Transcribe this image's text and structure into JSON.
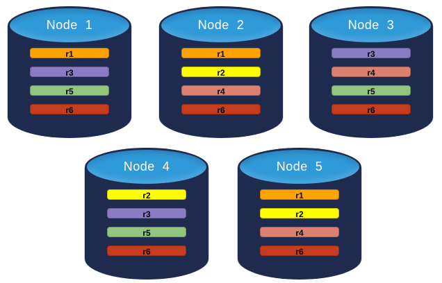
{
  "diagram": {
    "description": "Replica distribution across database nodes",
    "background_color": "#FFFFFF",
    "cylinder": {
      "body_color": "#1E2B4E",
      "top_color": "#3099D7",
      "title_color": "#FFFFFF",
      "bar_text_color": "#000000"
    },
    "replica_colors": {
      "r1": "#FFA303",
      "r2": "#FFFF00",
      "r3": "#8A7CC2",
      "r4": "#DC8070",
      "r5": "#93C47D",
      "r6": "#C63C1E"
    },
    "nodes": [
      {
        "label": "Node  1",
        "bars": [
          {
            "label": "r1",
            "color": "#FFA303"
          },
          {
            "label": "r3",
            "color": "#8A7CC2"
          },
          {
            "label": "r5",
            "color": "#93C47D"
          },
          {
            "label": "r6",
            "color": "#C63C1E"
          }
        ]
      },
      {
        "label": "Node  2",
        "bars": [
          {
            "label": "r1",
            "color": "#FFA303"
          },
          {
            "label": "r2",
            "color": "#FFFF00"
          },
          {
            "label": "r4",
            "color": "#DC8070"
          },
          {
            "label": "r6",
            "color": "#C63C1E"
          }
        ]
      },
      {
        "label": "Node  3",
        "bars": [
          {
            "label": "r3",
            "color": "#8A7CC2"
          },
          {
            "label": "r4",
            "color": "#DC8070"
          },
          {
            "label": "r5",
            "color": "#93C47D"
          },
          {
            "label": "r6",
            "color": "#C63C1E"
          }
        ]
      },
      {
        "label": "Node  4",
        "bars": [
          {
            "label": "r2",
            "color": "#FFFF00"
          },
          {
            "label": "r3",
            "color": "#8A7CC2"
          },
          {
            "label": "r5",
            "color": "#93C47D"
          },
          {
            "label": "r6",
            "color": "#C63C1E"
          }
        ]
      },
      {
        "label": "Node  5",
        "bars": [
          {
            "label": "r1",
            "color": "#FFA303"
          },
          {
            "label": "r2",
            "color": "#FFFF00"
          },
          {
            "label": "r4",
            "color": "#DC8070"
          },
          {
            "label": "r6",
            "color": "#C63C1E"
          }
        ]
      }
    ]
  }
}
